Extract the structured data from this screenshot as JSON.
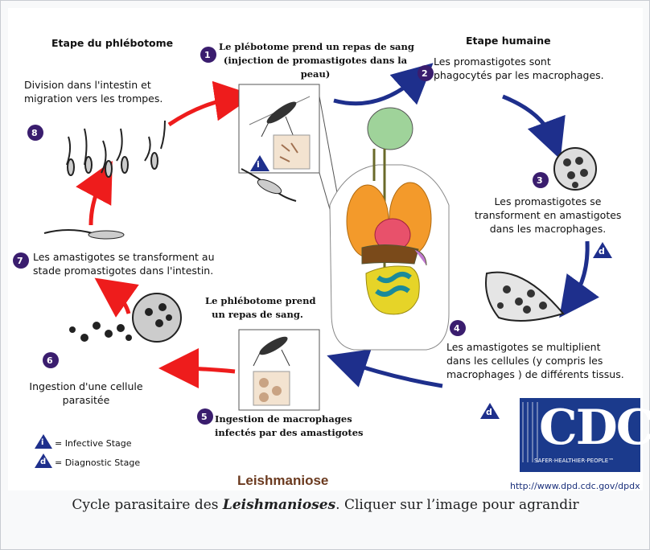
{
  "figure": {
    "stage_headers": {
      "phlebotome": "Etape du phlébotome",
      "human": "Etape humaine"
    },
    "steps": [
      {
        "number": "1",
        "lines": [
          "Le plébotome prend un repas de sang",
          "(injection de promastigotes dans la",
          "peau)"
        ]
      },
      {
        "number": "2",
        "lines": [
          "Les promastigotes sont",
          "phagocytés par les macrophages."
        ]
      },
      {
        "number": "3",
        "lines": [
          "Les promastigotes se",
          "transforment en amastigotes",
          "dans les macrophages."
        ]
      },
      {
        "number": "4",
        "lines": [
          "Les amastigotes se multiplient",
          "dans les cellules (y compris les",
          "macrophages ) de différents tissus."
        ]
      },
      {
        "number": "5",
        "lines": [
          "Ingestion de macrophages",
          "infectés par des amastigotes"
        ]
      },
      {
        "number": "6",
        "lines": [
          "Ingestion d'une cellule",
          "parasitée"
        ]
      },
      {
        "number": "7",
        "lines": [
          "Les amastigotes se transforment au",
          "stade promastigotes dans l'intestin."
        ]
      },
      {
        "number": "8",
        "lines": []
      }
    ],
    "step8_text": [
      "Division dans l'intestin et",
      "migration vers les trompes."
    ],
    "step5_top_label": [
      "Le phlébotome prend",
      "un repas de sang."
    ],
    "legend": {
      "infective": {
        "symbol": "i",
        "label": "= Infective Stage"
      },
      "diagnostic": {
        "symbol": "d",
        "label": "= Diagnostic Stage"
      }
    },
    "title": "Leishmaniose",
    "logo": {
      "text": "CDC",
      "tagline": "SAFER·HEALTHIER·PEOPLE™"
    },
    "url": "http://www.dpd.cdc.gov/dpdx",
    "colors": {
      "red_arrow": "#ee1c1c",
      "blue_arrow": "#1e2f8c",
      "badge": "#3a1d6e",
      "cdc_blue": "#1b3a8c"
    }
  },
  "caption": {
    "prefix": "Cycle parasitaire des ",
    "emphasis": "Leishmanioses",
    "suffix": ". Cliquer sur l’image pour agrandir"
  }
}
